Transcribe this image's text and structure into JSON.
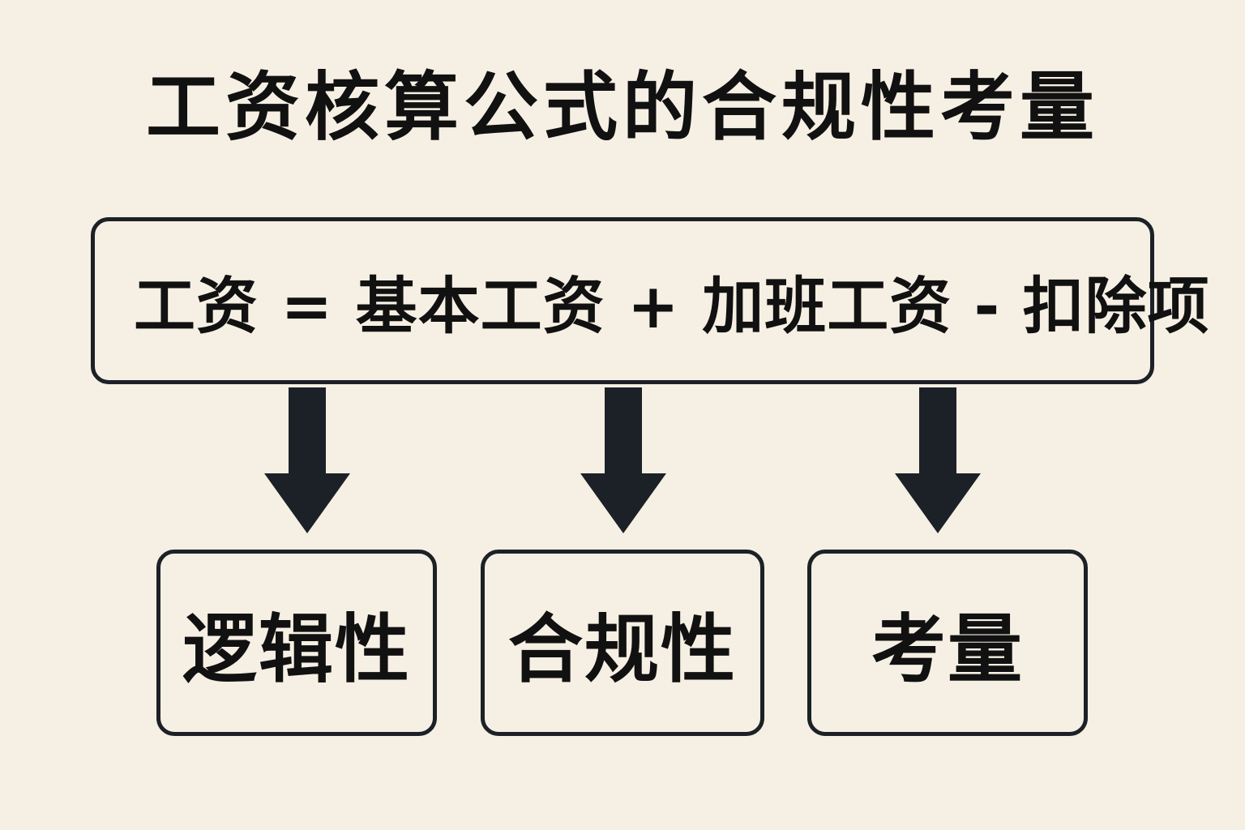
{
  "title": "工资核算公式的合规性考量",
  "formula": "工资 = 基本工资 + 加班工资 - 扣除项",
  "nodes": [
    {
      "label": "逻辑性"
    },
    {
      "label": "合规性"
    },
    {
      "label": "考量"
    }
  ],
  "colors": {
    "background": "#f6efe3",
    "stroke": "#1b2127",
    "text": "#111111"
  }
}
